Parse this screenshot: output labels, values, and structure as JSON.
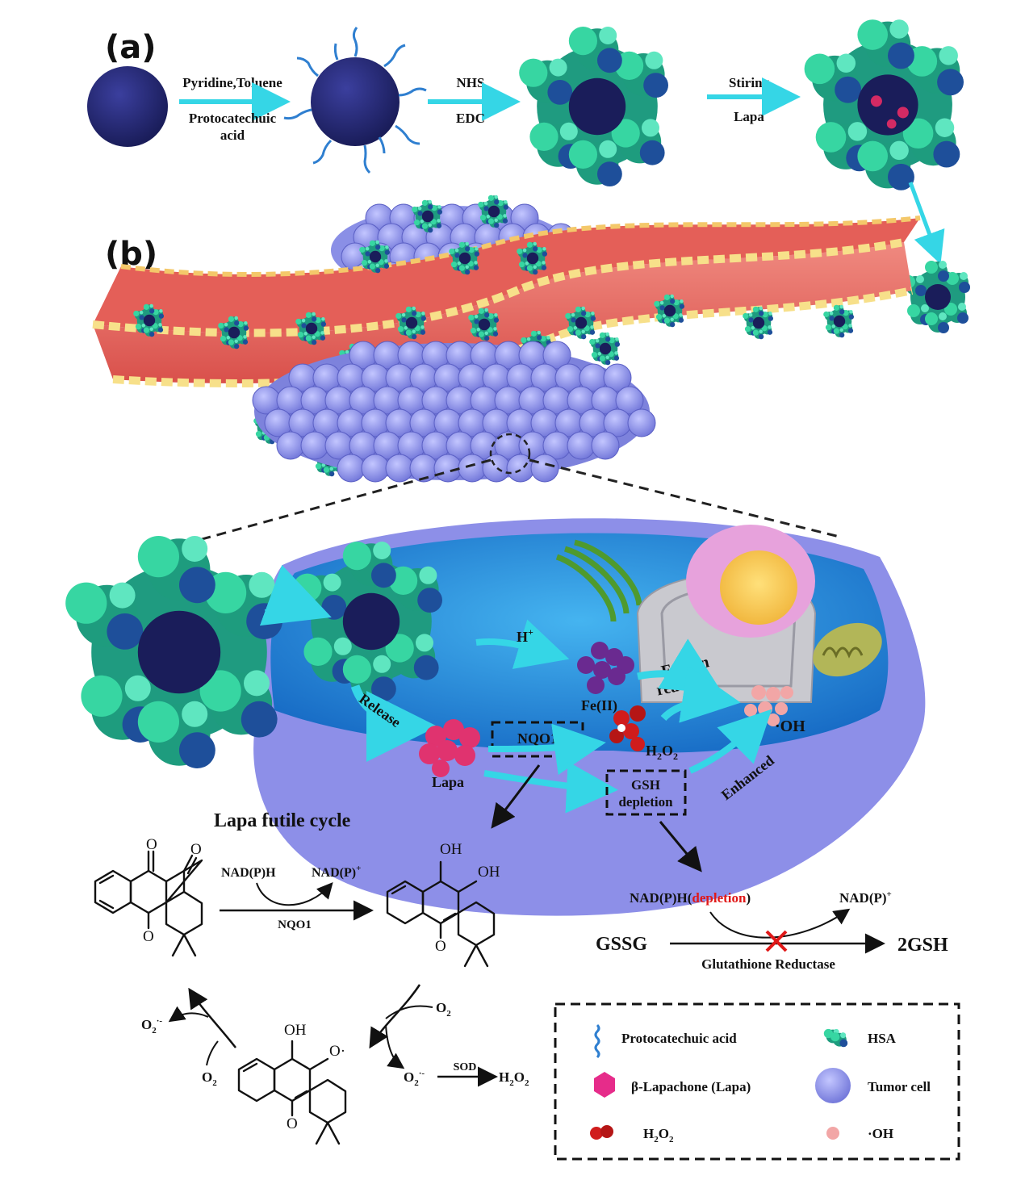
{
  "panels": {
    "a": "(a)",
    "b": "(b)"
  },
  "step1": {
    "top": "Pyridine,Toluene",
    "bottom1": "Protocatechuic",
    "bottom2": "acid"
  },
  "step2": {
    "top": "NHS",
    "bottom": "EDC"
  },
  "step3": {
    "top": "Stiring",
    "bottom": "Lapa"
  },
  "cell": {
    "h_plus": "H",
    "h_plus_sup": "+",
    "fe": "Fe(II)",
    "fenton1": "Fenton",
    "fenton2": "reaction",
    "release": "Release",
    "lapa": "Lapa",
    "nqo1_box": "NQO1",
    "h2o2": "H",
    "h2o2_sub": "2",
    "h2o2_o": "O",
    "h2o2_sub2": "2",
    "oh": "·OH",
    "gsh1": "GSH",
    "gsh2": "depletion",
    "enhanced": "Enhanced"
  },
  "cycle": {
    "title": "Lapa futile cycle",
    "nadph": "NAD(P)H",
    "nadp": "NAD(P)",
    "nadp_sup": "+",
    "nqo1": "NQO1",
    "o2": "O",
    "o2_sub": "2",
    "superoxide": "O",
    "superoxide_sub": "2",
    "superoxide_sup": "·-",
    "sod": "SOD",
    "h2o2": "H",
    "h2o2_sub": "2",
    "h2o2_o": "O",
    "h2o2_sub2": "2",
    "atom_o": "O",
    "atom_oh": "OH",
    "atom_o_radical": "O·"
  },
  "gsh_reaction": {
    "nadph": "NAD(P)H(",
    "depletion": "depletion",
    "close": ")",
    "nadp": "NAD(P)",
    "nadp_sup": "+",
    "gssg": "GSSG",
    "gsh": "2GSH",
    "enzyme": "Glutathione  Reductase"
  },
  "legend": [
    {
      "icon": "protocatechuic-acid-icon",
      "label": "Protocatechuic acid"
    },
    {
      "icon": "hsa-icon",
      "label": "HSA"
    },
    {
      "icon": "lapa-icon",
      "label": "β-Lapachone (Lapa)"
    },
    {
      "icon": "tumor-cell-icon",
      "label": "Tumor cell"
    },
    {
      "icon": "h2o2-icon",
      "label": "H",
      "sub": "2",
      "label2": "O",
      "sub2": "2"
    },
    {
      "icon": "hydroxyl-icon",
      "label": "·OH"
    }
  ],
  "colors": {
    "core": "#262a78",
    "arrow": "#35d6e6",
    "vessel": "#ec6a62",
    "tumor": "#8a8fe6",
    "cytoplasm": "#2b8fe0",
    "membrane": "#8d8fe8",
    "lapa": "#e0336f",
    "fe": "#6a2a90",
    "depletion": "#e01818"
  }
}
